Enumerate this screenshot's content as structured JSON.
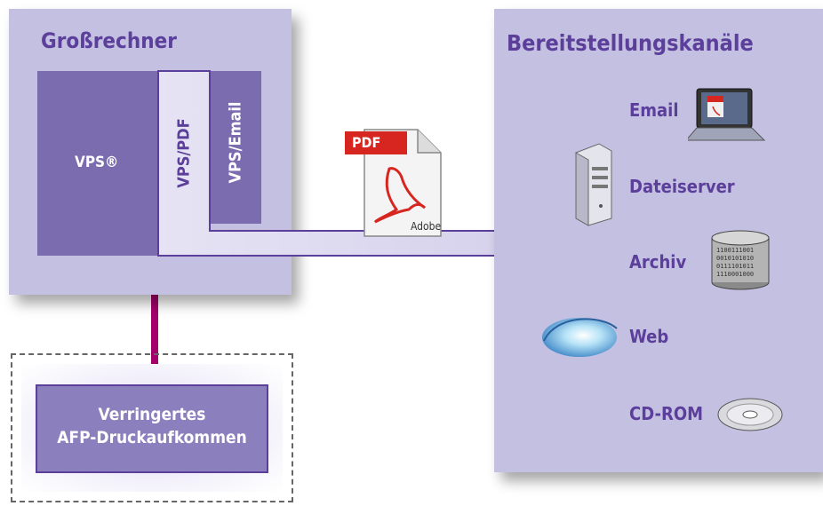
{
  "mainframe": {
    "title": "Großrechner",
    "vps_label": "VPS®",
    "vps_pdf_label": "VPS/PDF",
    "vps_email_label": "VPS/Email"
  },
  "channels": {
    "title": "Bereitstellungskanäle",
    "items": [
      {
        "label": "Email",
        "icon": "laptop-icon"
      },
      {
        "label": "Dateiserver",
        "icon": "server-icon"
      },
      {
        "label": "Archiv",
        "icon": "database-icon"
      },
      {
        "label": "Web",
        "icon": "web-orb-icon"
      },
      {
        "label": "CD-ROM",
        "icon": "cd-icon"
      }
    ]
  },
  "pdf_document": {
    "badge": "PDF",
    "brand": "Adobe"
  },
  "reduced_print": {
    "line1": "Verringertes",
    "line2": "AFP-Druckaufkommen"
  },
  "colors": {
    "panel": "#c4c0e2",
    "accent_text": "#5b3f9a",
    "vps_block": "#7a6cae",
    "connector": "#a3006b",
    "pdf_red": "#d7261f"
  }
}
